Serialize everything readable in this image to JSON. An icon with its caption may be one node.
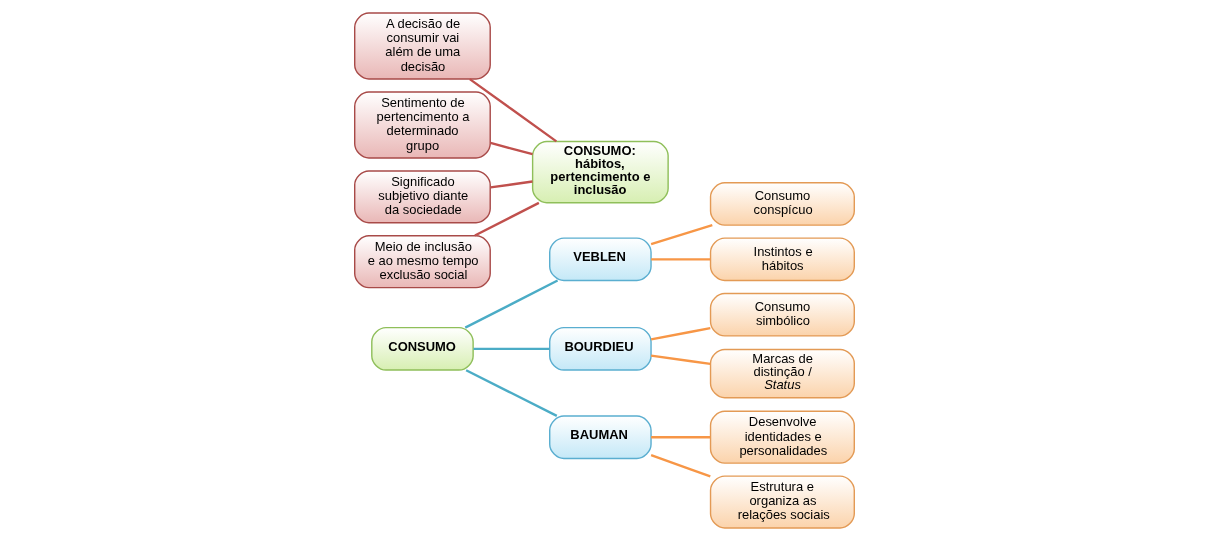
{
  "diagram": {
    "nodes": [
      {
        "text": [
          "CONSUMO"
        ]
      },
      {
        "text": [
          "VEBLEN"
        ]
      },
      {
        "text": [
          "Consumo conspícuo"
        ]
      },
      {
        "text": [
          "Instintos e hábitos"
        ]
      },
      {
        "text": [
          "BOURDIEU"
        ]
      },
      {
        "text": [
          "Consumo simbólico"
        ]
      },
      {
        "text": [
          "Marcas de distinção / *Status*"
        ]
      },
      {
        "text": [
          "BAUMAN"
        ]
      },
      {
        "text": [
          "Desenvolve identidades e personalidades"
        ]
      },
      {
        "text": [
          "Estrutura e organiza as relações sociais"
        ]
      },
      {
        "text": [
          "A decisão de consumir vai além de uma decisão"
        ]
      },
      {
        "text": [
          "Sentimento de pertencimento a determinado grupo"
        ]
      },
      {
        "text": [
          "Significado subjetivo diante da sociedade"
        ]
      },
      {
        "text": [
          "Meio de inclusão e ao mesmo tempo exclusão social"
        ]
      },
      {
        "text": [
          "CONSUMO: hábitos, pertencimento e inclusão"
        ]
      }
    ],
    "edges": [
      {
        "from": 0,
        "to": 1,
        "arrow": "none",
        "color": "#4bacc6"
      },
      {
        "from": 0,
        "to": 4,
        "arrow": "none",
        "color": "#4bacc6"
      },
      {
        "from": 0,
        "to": 7,
        "arrow": "none",
        "color": "#4bacc6"
      },
      {
        "from": 1,
        "to": 2,
        "arrow": "none"
      },
      {
        "from": 1,
        "to": 3,
        "arrow": "none"
      },
      {
        "from": 4,
        "to": 5,
        "arrow": "none"
      },
      {
        "from": 4,
        "to": 6,
        "arrow": "none"
      },
      {
        "from": 7,
        "to": 8,
        "arrow": "none"
      },
      {
        "from": 7,
        "to": 9,
        "arrow": "none"
      },
      {
        "from": 10,
        "to": 14,
        "arrow": "none",
        "color": "#c0504d"
      },
      {
        "from": 11,
        "to": 14,
        "arrow": "none",
        "color": "#c0504d"
      },
      {
        "from": 12,
        "to": 14,
        "arrow": "none",
        "color": "#c0504d"
      },
      {
        "from": 13,
        "to": 14,
        "arrow": "none",
        "color": "#c0504d"
      }
    ]
  }
}
